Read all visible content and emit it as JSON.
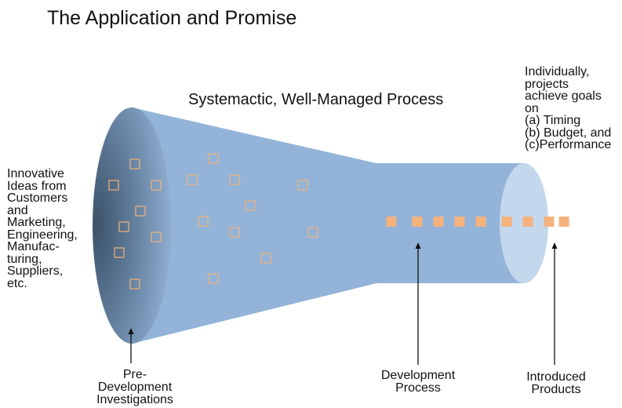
{
  "title": "The Application and Promise",
  "process_label": "Systemactic, Well-Managed Process",
  "inputs": {
    "lines": [
      "Innovative",
      "Ideas from",
      "Customers",
      "and",
      "Marketing,",
      "Engineering,",
      "Manufac-",
      "turing,",
      "Suppliers,",
      "etc."
    ]
  },
  "goals": {
    "lines": [
      "Individually,",
      "projects",
      "achieve goals",
      "on",
      "(a) Timing",
      "(b) Budget, and",
      "(c)Performance"
    ]
  },
  "stages": [
    {
      "lines": [
        "Pre-",
        "Development",
        "Investigations"
      ]
    },
    {
      "lines": [
        "Development",
        "Process"
      ]
    },
    {
      "lines": [
        "Introduced",
        "Products"
      ]
    }
  ],
  "colors": {
    "funnel_body": "#93b4d8",
    "funnel_mouth_dark": "#3b5269",
    "funnel_mouth_light": "#98b7da",
    "pipe_end": "#c3d8ec",
    "idea_outline": "#f2b27a",
    "project_fill": "#f5b27c",
    "arrow": "#111111"
  },
  "icons": {
    "idea": "hollow-square-icon",
    "project": "filled-square-icon",
    "pointer": "arrow-up-icon"
  }
}
